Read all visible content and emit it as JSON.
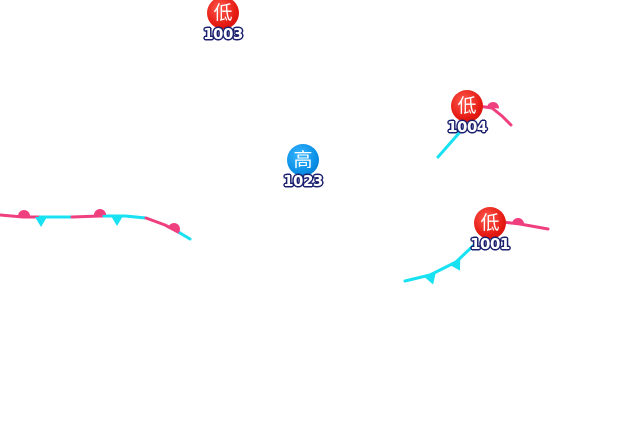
{
  "colors": {
    "warm_front": "#f03f7f",
    "cold_front": "#18e1f2",
    "low_center": "#e51a12",
    "high_center": "#0a8fe6",
    "label_outline": "#1a1f6e"
  },
  "pressure_centers": [
    {
      "kind": "low",
      "symbol": "低",
      "pressure": "1003"
    },
    {
      "kind": "low",
      "symbol": "低",
      "pressure": "1004"
    },
    {
      "kind": "high",
      "symbol": "高",
      "pressure": "1023"
    },
    {
      "kind": "low",
      "symbol": "低",
      "pressure": "1001"
    }
  ],
  "fronts": [
    {
      "type": "stationary"
    },
    {
      "type": "occluded-warm"
    },
    {
      "type": "cold"
    },
    {
      "type": "cold"
    },
    {
      "type": "warm"
    }
  ]
}
